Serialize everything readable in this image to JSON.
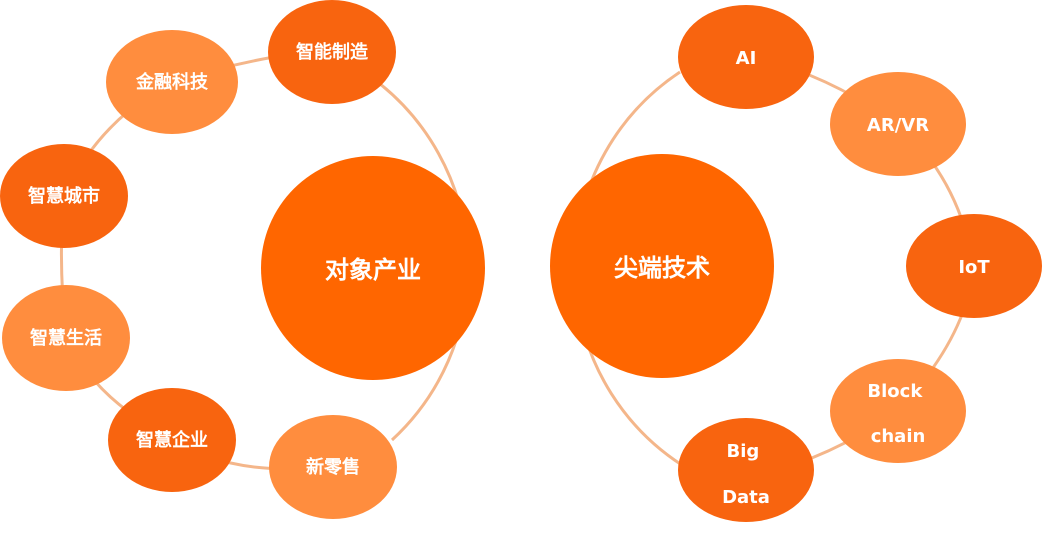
{
  "colors": {
    "hub": "#FF6600",
    "dark_node": "#F8640F",
    "light_node": "#FF8D3E",
    "ring": "#F4B68A",
    "text": "#FFFFFF"
  },
  "left_group": {
    "hub_label": "对象产业",
    "nodes": [
      {
        "label": "智能制造",
        "tone": "dark"
      },
      {
        "label": "金融科技",
        "tone": "light"
      },
      {
        "label": "智慧城市",
        "tone": "dark"
      },
      {
        "label": "智慧生活",
        "tone": "light"
      },
      {
        "label": "智慧企业",
        "tone": "dark"
      },
      {
        "label": "新零售",
        "tone": "light"
      }
    ]
  },
  "right_group": {
    "hub_label": "尖端技术",
    "nodes": [
      {
        "label": "AI",
        "tone": "dark"
      },
      {
        "label": "AR/VR",
        "tone": "light"
      },
      {
        "label": "IoT",
        "tone": "dark"
      },
      {
        "label": "Block\nchain",
        "tone": "light"
      },
      {
        "label": "Big\nData",
        "tone": "dark"
      }
    ]
  }
}
